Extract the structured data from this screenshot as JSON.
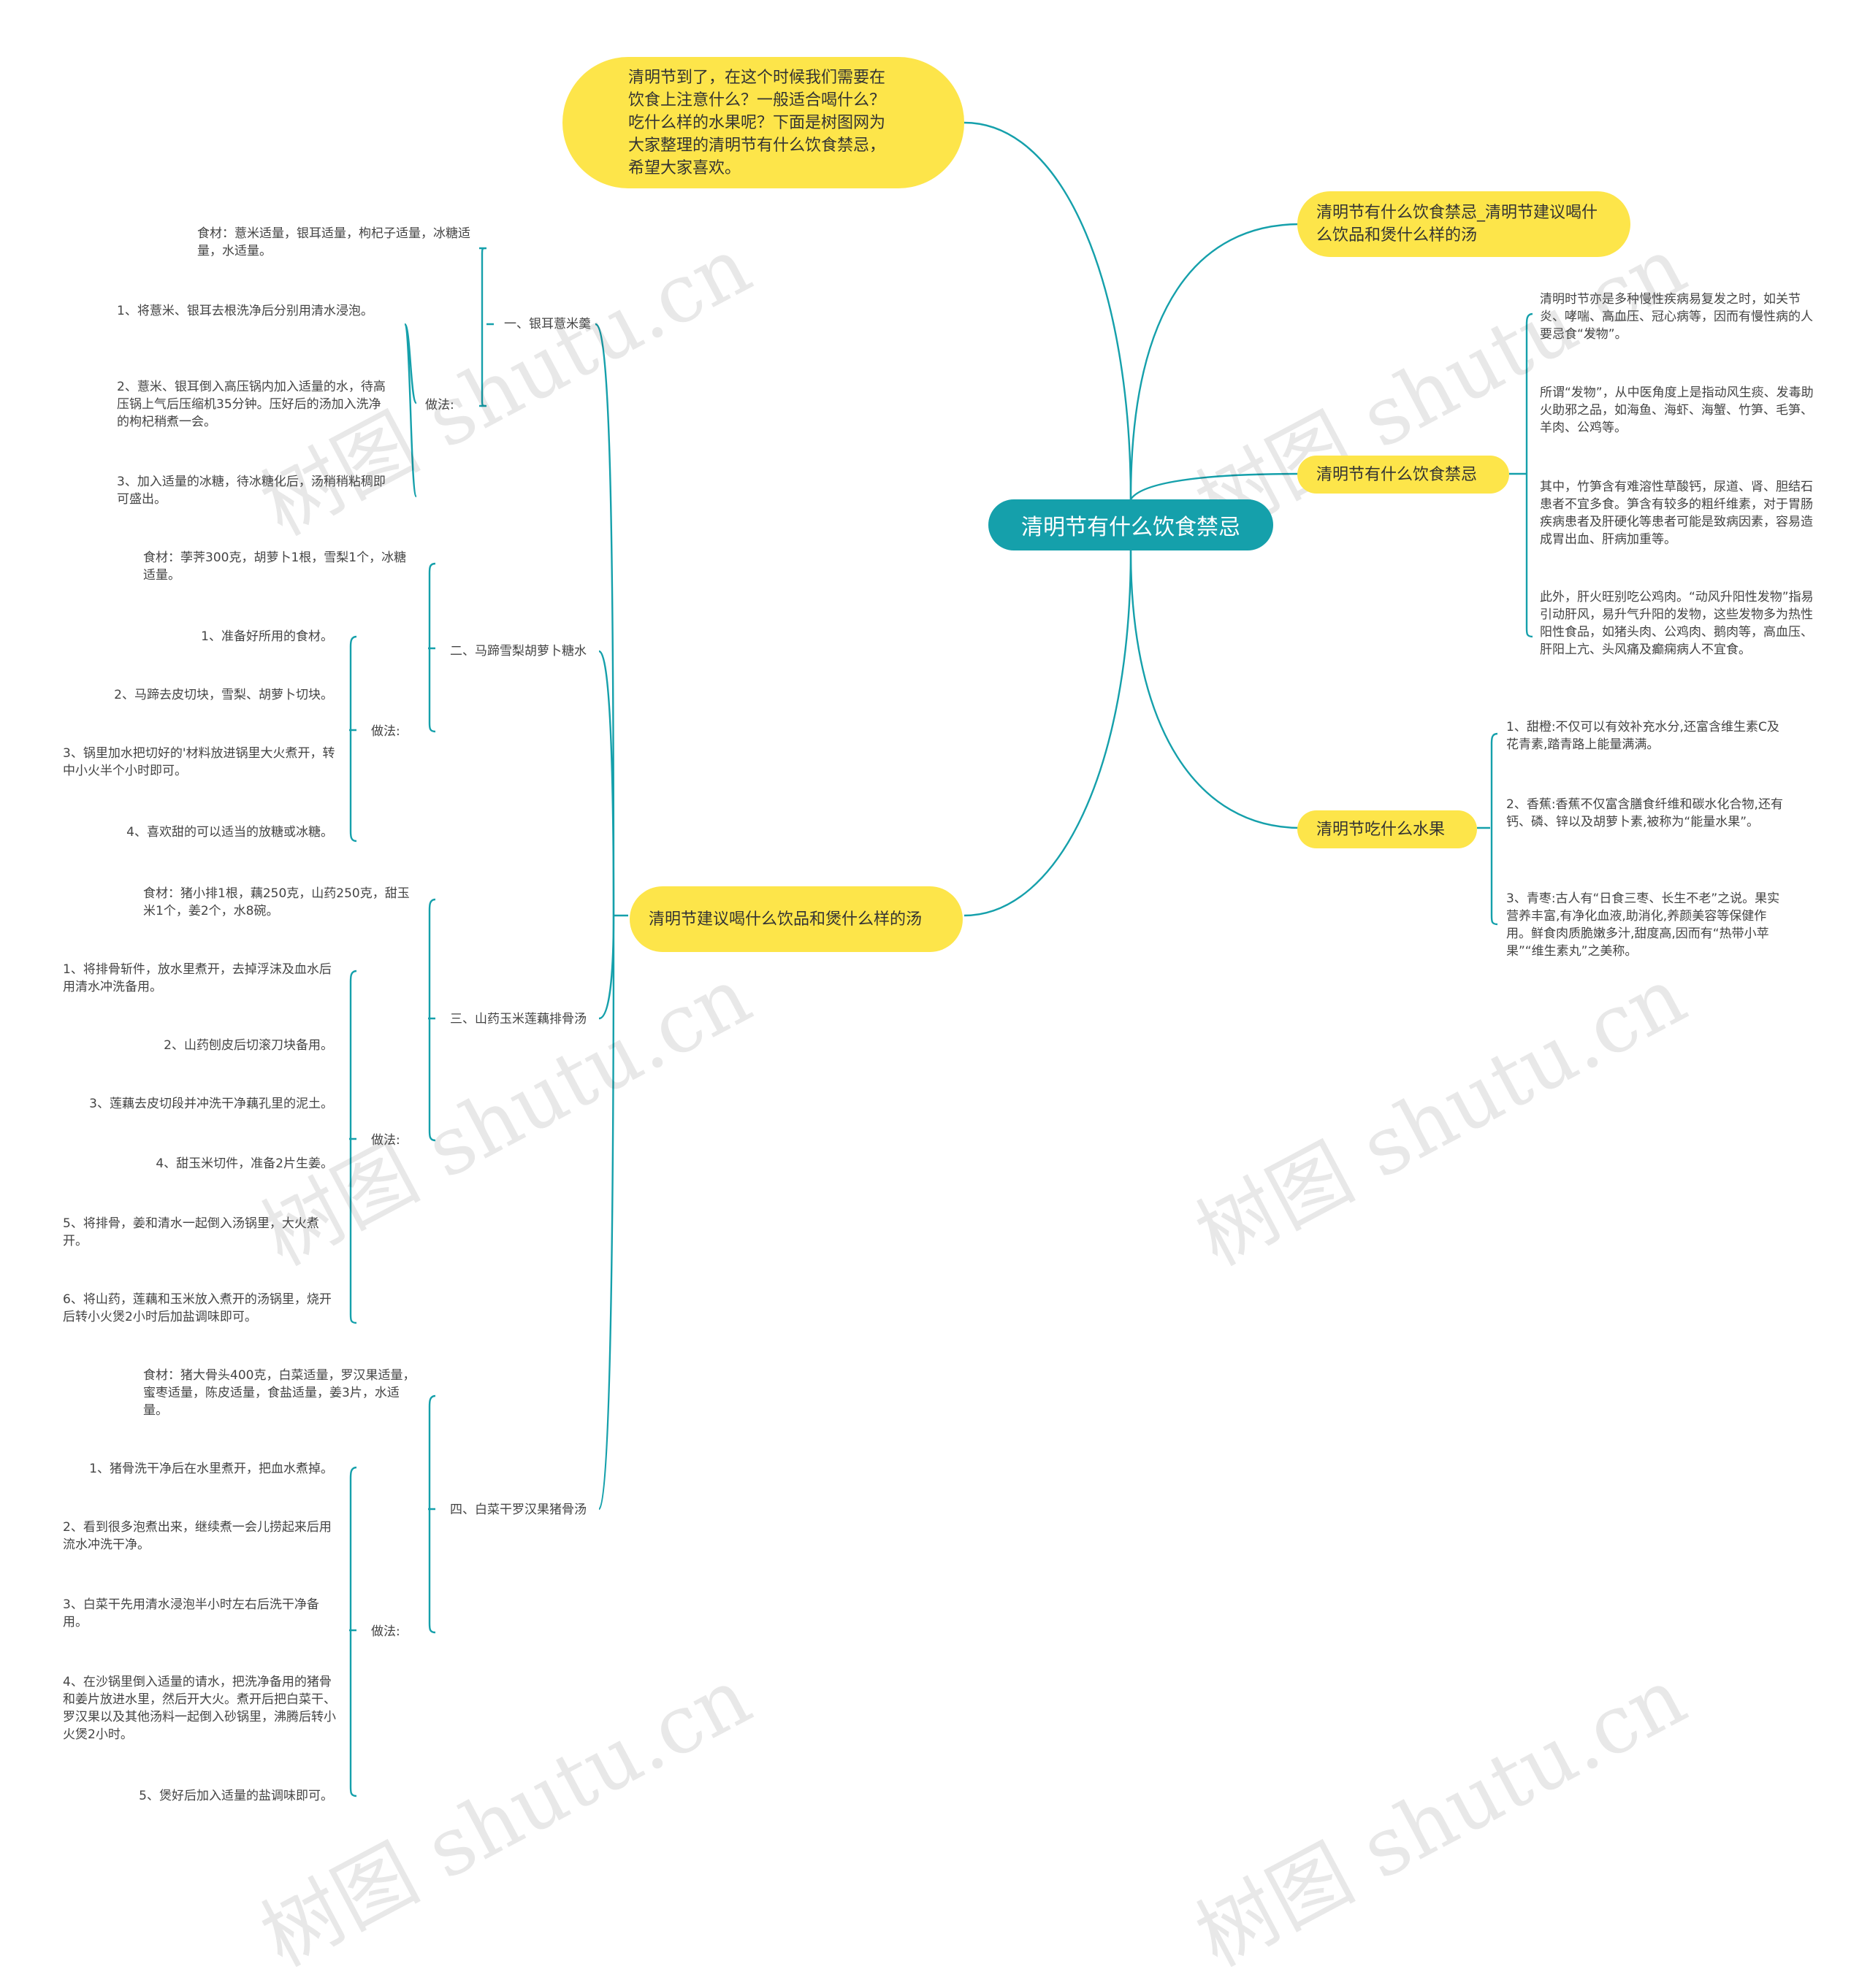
{
  "root": {
    "title": "清明节有什么饮食禁忌"
  },
  "intro": {
    "text": "清明节到了，在这个时候我们需要在饮食上注意什么？一般适合喝什么？吃什么样的水果呢？下面是树图网为大家整理的清明节有什么饮食禁忌，希望大家喜欢。"
  },
  "right": {
    "topic1": {
      "title": "清明节有什么饮食禁忌_清明节建议喝什么饮品和煲什么样的汤"
    },
    "taboo": {
      "title": "清明节有什么饮食禁忌",
      "items": [
        "清明时节亦是多种慢性疾病易复发之时，如关节炎、哮喘、高血压、冠心病等，因而有慢性病的人要忌食“发物”。",
        "所谓“发物”，从中医角度上是指动风生痰、发毒助火助邪之品，如海鱼、海虾、海蟹、竹笋、毛笋、羊肉、公鸡等。",
        "其中，竹笋含有难溶性草酸钙，尿道、肾、胆结石患者不宜多食。笋含有较多的粗纤维素，对于胃肠疾病患者及肝硬化等患者可能是致病因素，容易造成胃出血、肝病加重等。",
        "此外，肝火旺别吃公鸡肉。“动风升阳性发物”指易引动肝风，易升气升阳的发物，这些发物多为热性阳性食品，如猪头肉、公鸡肉、鹅肉等，高血压、肝阳上亢、头风痛及癫痫病人不宜食。"
      ]
    },
    "fruit": {
      "title": "清明节吃什么水果",
      "items": [
        "1、甜橙:不仅可以有效补充水分,还富含维生素C及花青素,踏青路上能量满满。",
        "2、香蕉:香蕉不仅富含膳食纤维和碳水化合物,还有钙、磷、锌以及胡萝卜素,被称为“能量水果”。",
        "3、青枣:古人有“日食三枣、长生不老”之说。果实营养丰富,有净化血液,助消化,养颜美容等保健作用。鲜食肉质脆嫩多汁,甜度高,因而有“热带小苹果”“维生素丸”之美称。"
      ]
    }
  },
  "left": {
    "title": "清明节建议喝什么饮品和煲什么样的汤",
    "method_label": "做法:",
    "soups": [
      {
        "name": "一、银耳薏米羹",
        "ingredients": "食材：薏米适量，银耳适量，枸杞子适量，冰糖适量，水适量。",
        "steps": [
          "1、将薏米、银耳去根洗净后分别用清水浸泡。",
          "2、薏米、银耳倒入高压锅内加入适量的水，待高压锅上气后压缩机35分钟。压好后的汤加入洗净的枸杞稍煮一会。",
          "3、加入适量的冰糖，待冰糖化后，汤稍稍粘稠即可盛出。"
        ]
      },
      {
        "name": "二、马蹄雪梨胡萝卜糖水",
        "ingredients": "食材：荸荠300克，胡萝卜1根，雪梨1个，冰糖适量。",
        "steps": [
          "1、准备好所用的食材。",
          "2、马蹄去皮切块，雪梨、胡萝卜切块。",
          "3、锅里加水把切好的'材料放进锅里大火煮开，转中小火半个小时即可。",
          "4、喜欢甜的可以适当的放糖或冰糖。"
        ]
      },
      {
        "name": "三、山药玉米莲藕排骨汤",
        "ingredients": "食材：猪小排1根，藕250克，山药250克，甜玉米1个，姜2个，水8碗。",
        "steps": [
          "1、将排骨斩件，放水里煮开，去掉浮沫及血水后用清水冲洗备用。",
          "2、山药刨皮后切滚刀块备用。",
          "3、莲藕去皮切段并冲洗干净藕孔里的泥土。",
          "4、甜玉米切件，准备2片生姜。",
          "5、将排骨，姜和清水一起倒入汤锅里，大火煮开。",
          "6、将山药，莲藕和玉米放入煮开的汤锅里，烧开后转小火煲2小时后加盐调味即可。"
        ]
      },
      {
        "name": "四、白菜干罗汉果猪骨汤",
        "ingredients": "食材：猪大骨头400克，白菜适量，罗汉果适量，蜜枣适量，陈皮适量，食盐适量，姜3片，水适量。",
        "steps": [
          "1、猪骨洗干净后在水里煮开，把血水煮掉。",
          "2、看到很多泡煮出来，继续煮一会儿捞起来后用流水冲洗干净。",
          "3、白菜干先用清水浸泡半小时左右后洗干净备用。",
          "4、在沙锅里倒入适量的请水，把洗净备用的猪骨和姜片放进水里，然后开大火。煮开后把白菜干、罗汉果以及其他汤料一起倒入砂锅里，沸腾后转小火煲2小时。",
          "5、煲好后加入适量的盐调味即可。"
        ]
      }
    ]
  },
  "watermark": "树图 shutu.cn",
  "colors": {
    "root": "#15a0ab",
    "topic": "#fde54a",
    "line": "#15a0ab"
  }
}
